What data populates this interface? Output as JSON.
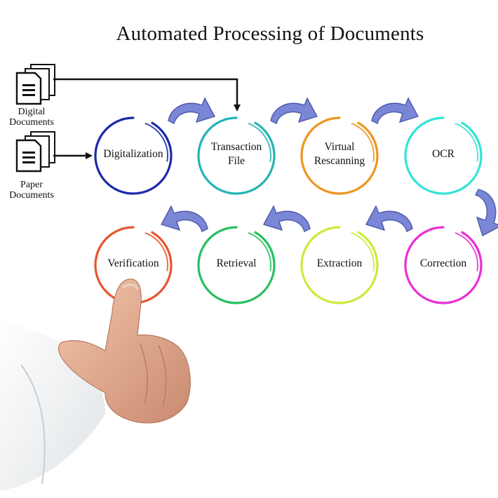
{
  "title": "Automated Processing of Documents",
  "sources": [
    {
      "label": "Digital Documents",
      "lines": [
        "Digital",
        "Documents"
      ]
    },
    {
      "label": "Paper Documents",
      "lines": [
        "Paper",
        "Documents"
      ]
    }
  ],
  "steps": [
    {
      "label": "Digitalization",
      "lines": [
        "Digitalization"
      ],
      "color": "#1c2aa8"
    },
    {
      "label": "Transaction File",
      "lines": [
        "Transaction",
        "File"
      ],
      "color": "#25b3b3"
    },
    {
      "label": "Virtual Rescanning",
      "lines": [
        "Virtual",
        "Rescanning"
      ],
      "color": "#f0941e"
    },
    {
      "label": "OCR",
      "lines": [
        "OCR"
      ],
      "color": "#33e3d6"
    },
    {
      "label": "Correction",
      "lines": [
        "Correction"
      ],
      "color": "#ea2ed6"
    },
    {
      "label": "Extraction",
      "lines": [
        "Extraction"
      ],
      "color": "#c8ec3a"
    },
    {
      "label": "Retrieval",
      "lines": [
        "Retrieval"
      ],
      "color": "#25c060"
    },
    {
      "label": "Verification",
      "lines": [
        "Verification"
      ],
      "color": "#e8552f"
    }
  ],
  "arrow_color": "#7a86d6",
  "icons": [
    "document-stack-icon",
    "curved-arrow-icon",
    "pointing-hand-image"
  ]
}
